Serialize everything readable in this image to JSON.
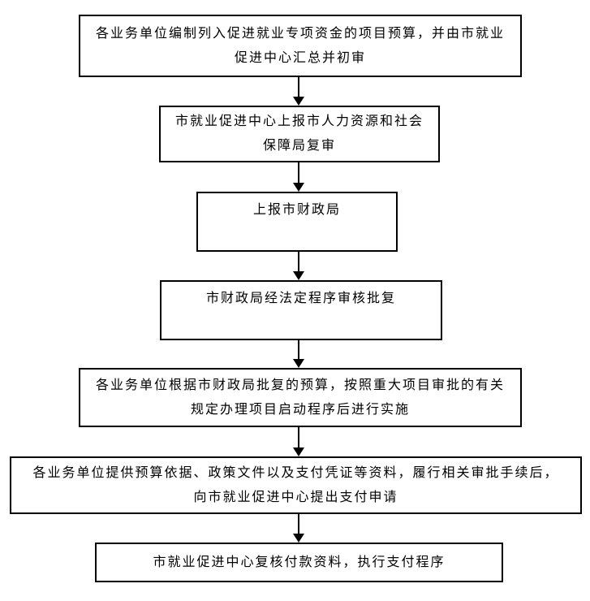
{
  "diagram": {
    "type": "flowchart",
    "direction": "top-down",
    "colors": {
      "background": "#ffffff",
      "node_border": "#000000",
      "text": "#000000",
      "arrow": "#000000"
    },
    "nodes": [
      {
        "id": 1,
        "text": "各业务单位编制列入促进就业专项资金的项目预算，并由市就业\n促进中心汇总并初审"
      },
      {
        "id": 2,
        "text": "市就业促进中心上报市人力资源和社会\n保障局复审"
      },
      {
        "id": 3,
        "text": "上报市财政局"
      },
      {
        "id": 4,
        "text": "市财政局经法定程序审核批复"
      },
      {
        "id": 5,
        "text": "各业务单位根据市财政局批复的预算，按照重大项目审批的有关\n规定办理项目启动程序后进行实施"
      },
      {
        "id": 6,
        "text": "各业务单位提供预算依据、政策文件以及支付凭证等资料，履行相关审批手续后，\n向市就业促进中心提出支付申请"
      },
      {
        "id": 7,
        "text": "市就业促进中心复核付款资料，执行支付程序"
      }
    ],
    "edges": [
      {
        "from": 1,
        "to": 2
      },
      {
        "from": 2,
        "to": 3
      },
      {
        "from": 3,
        "to": 4
      },
      {
        "from": 4,
        "to": 5
      },
      {
        "from": 5,
        "to": 6
      },
      {
        "from": 6,
        "to": 7
      }
    ]
  }
}
